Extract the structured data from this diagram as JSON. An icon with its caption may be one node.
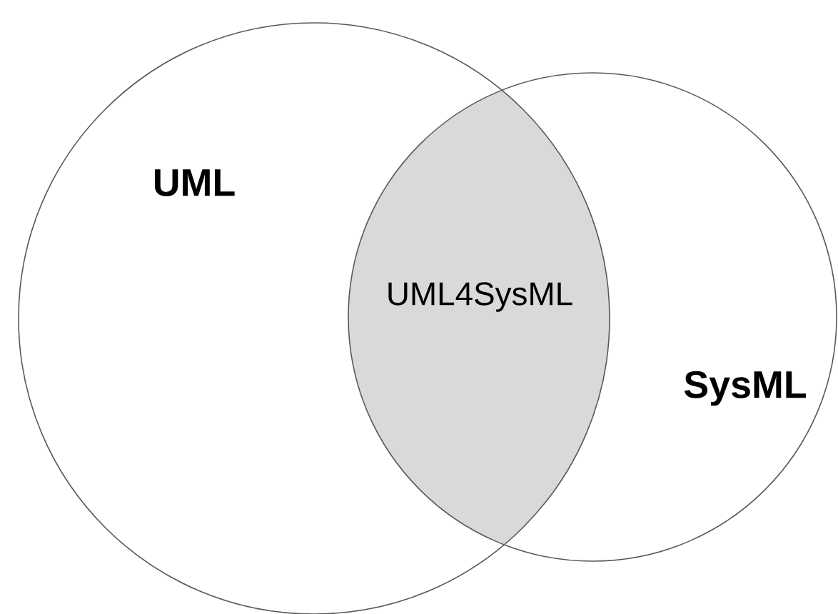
{
  "diagram": {
    "nodes": [
      {
        "text": [
          "UML"
        ]
      },
      {
        "text": [
          "UML4SysML"
        ]
      },
      {
        "text": [
          "SysML"
        ]
      }
    ]
  }
}
